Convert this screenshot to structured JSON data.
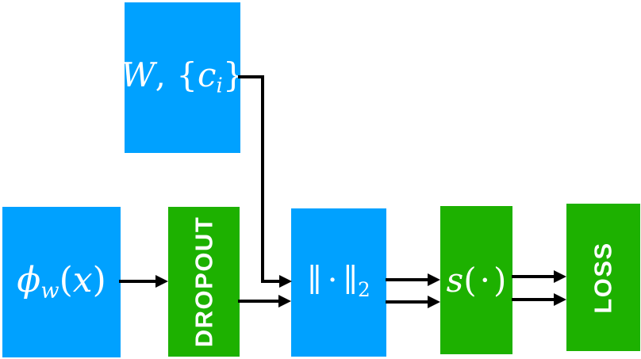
{
  "colors": {
    "blue": "#00A1FF",
    "green": "#1DB100",
    "line": "#000000",
    "text": "#FFFFFF",
    "bg": "#FFFFFF"
  },
  "diagram": {
    "boxes": {
      "codebook": {
        "w": "W",
        "comma_brace": ", {",
        "c": "c",
        "sub": "i",
        "close_brace": "}"
      },
      "features": {
        "phi": "ϕ",
        "sub": "w",
        "open_paren": "(",
        "x": "x",
        "close_paren": ")"
      },
      "dropout": {
        "label": "DROPOUT"
      },
      "norm": {
        "bar_left": "∥",
        "dot": "·",
        "bar_right": "∥",
        "sub": "2"
      },
      "score": {
        "s": "s",
        "open_paren": "(",
        "dot": "·",
        "close_paren": ")"
      },
      "loss": {
        "label": "LOSS"
      }
    }
  }
}
